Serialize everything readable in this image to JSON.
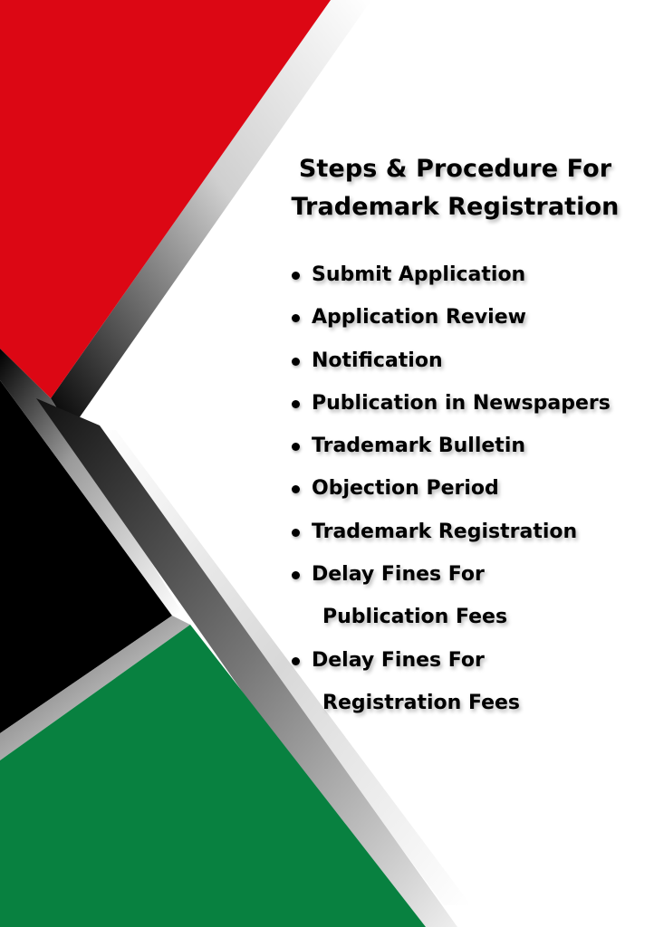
{
  "title": {
    "line1": "Steps & Procedure For",
    "line2": "Trademark Registration"
  },
  "steps": [
    {
      "line1": "Submit Application",
      "line2": ""
    },
    {
      "line1": "Application Review",
      "line2": ""
    },
    {
      "line1": "Notification",
      "line2": ""
    },
    {
      "line1": "Publication in Newspapers",
      "line2": ""
    },
    {
      "line1": "Trademark Bulletin",
      "line2": ""
    },
    {
      "line1": "Objection Period",
      "line2": ""
    },
    {
      "line1": "Trademark Registration",
      "line2": ""
    },
    {
      "line1": "Delay Fines For",
      "line2": "Publication Fees"
    },
    {
      "line1": "Delay Fines For",
      "line2": "Registration Fees"
    }
  ],
  "colors": {
    "red": "#dc0714",
    "black": "#000000",
    "green": "#088140",
    "background": "#ffffff",
    "text": "#000000"
  }
}
